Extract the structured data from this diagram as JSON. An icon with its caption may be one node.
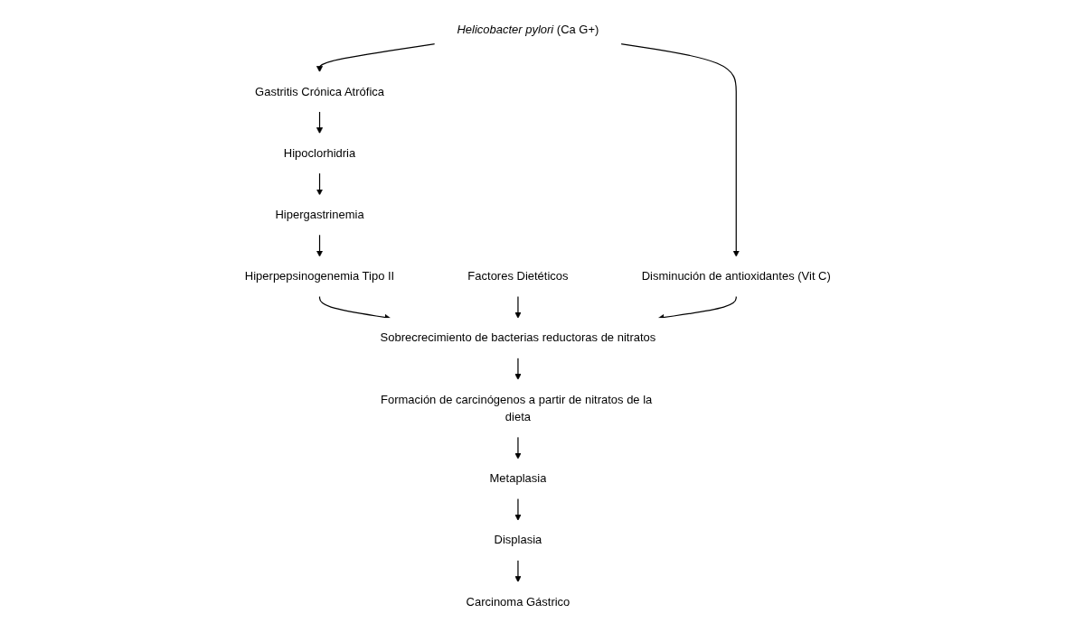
{
  "diagram": {
    "nodes": [
      {
        "text": [
          "*Helicobacter pylori* (Ca G+)"
        ]
      },
      {
        "text": [
          "Gastritis Crónica Atrófica"
        ]
      },
      {
        "text": [
          "Hipoclorhidria"
        ]
      },
      {
        "text": [
          "Hipergastrinemia"
        ]
      },
      {
        "text": [
          "Hiperpepsinogenemia Tipo II"
        ]
      },
      {
        "text": [
          "Sobrecrecimiento de bacterias reductoras de nitratos"
        ]
      },
      {
        "text": [
          "Formación de carcinógenos a partir de nitratos de la dieta"
        ]
      },
      {
        "text": [
          "Metaplasia"
        ]
      },
      {
        "text": [
          "Displasia"
        ]
      },
      {
        "text": [
          "Carcinoma Gástrico"
        ]
      },
      {
        "text": [
          "Factores Dietéticos"
        ]
      },
      {
        "text": [
          "Disminución de antioxidantes (Vit C)"
        ]
      }
    ],
    "edges": [
      {
        "from": 0,
        "to": 1,
        "arrow": "to"
      },
      {
        "from": 1,
        "to": 2,
        "arrow": "to"
      },
      {
        "from": 2,
        "to": 3,
        "arrow": "to"
      },
      {
        "from": 3,
        "to": 4,
        "arrow": "to"
      },
      {
        "from": 4,
        "to": 5,
        "arrow": "to"
      },
      {
        "from": 5,
        "to": 6,
        "arrow": "to"
      },
      {
        "from": 6,
        "to": 7,
        "arrow": "to"
      },
      {
        "from": 7,
        "to": 8,
        "arrow": "to"
      },
      {
        "from": 8,
        "to": 9,
        "arrow": "to"
      },
      {
        "from": 0,
        "to": 11,
        "arrow": "to"
      },
      {
        "from": 10,
        "to": 5,
        "arrow": "to"
      },
      {
        "from": 11,
        "to": 5,
        "arrow": "to"
      }
    ]
  }
}
